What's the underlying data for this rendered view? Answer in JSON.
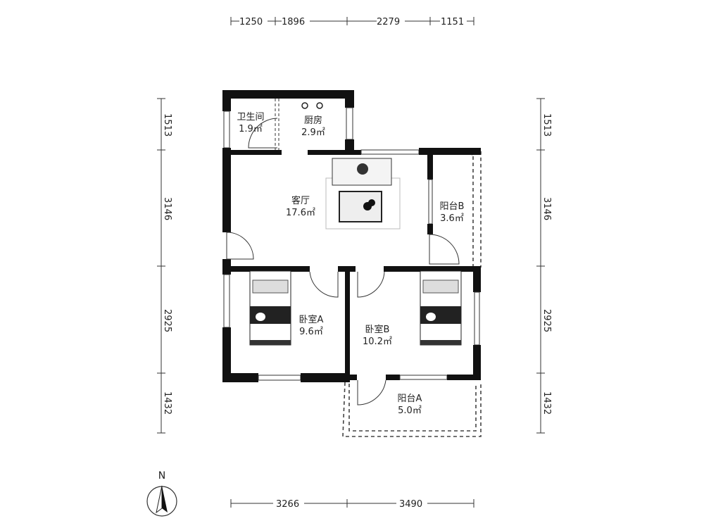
{
  "dimensions": {
    "top": [
      "1250",
      "1896",
      "2279",
      "1151"
    ],
    "left": [
      "1513",
      "3146",
      "2925",
      "1432"
    ],
    "right": [
      "1513",
      "3146",
      "2925",
      "1432"
    ],
    "bottom": [
      "3266",
      "3490"
    ]
  },
  "rooms": {
    "bathroom": {
      "name": "卫生间",
      "area": "1.9㎡"
    },
    "kitchen": {
      "name": "厨房",
      "area": "2.9㎡"
    },
    "living": {
      "name": "客厅",
      "area": "17.6㎡"
    },
    "balcony_b": {
      "name": "阳台B",
      "area": "3.6㎡"
    },
    "bedroom_a": {
      "name": "卧室A",
      "area": "9.6㎡"
    },
    "bedroom_b": {
      "name": "卧室B",
      "area": "10.2㎡"
    },
    "balcony_a": {
      "name": "阳台A",
      "area": "5.0㎡"
    }
  },
  "compass": {
    "label": "N"
  }
}
